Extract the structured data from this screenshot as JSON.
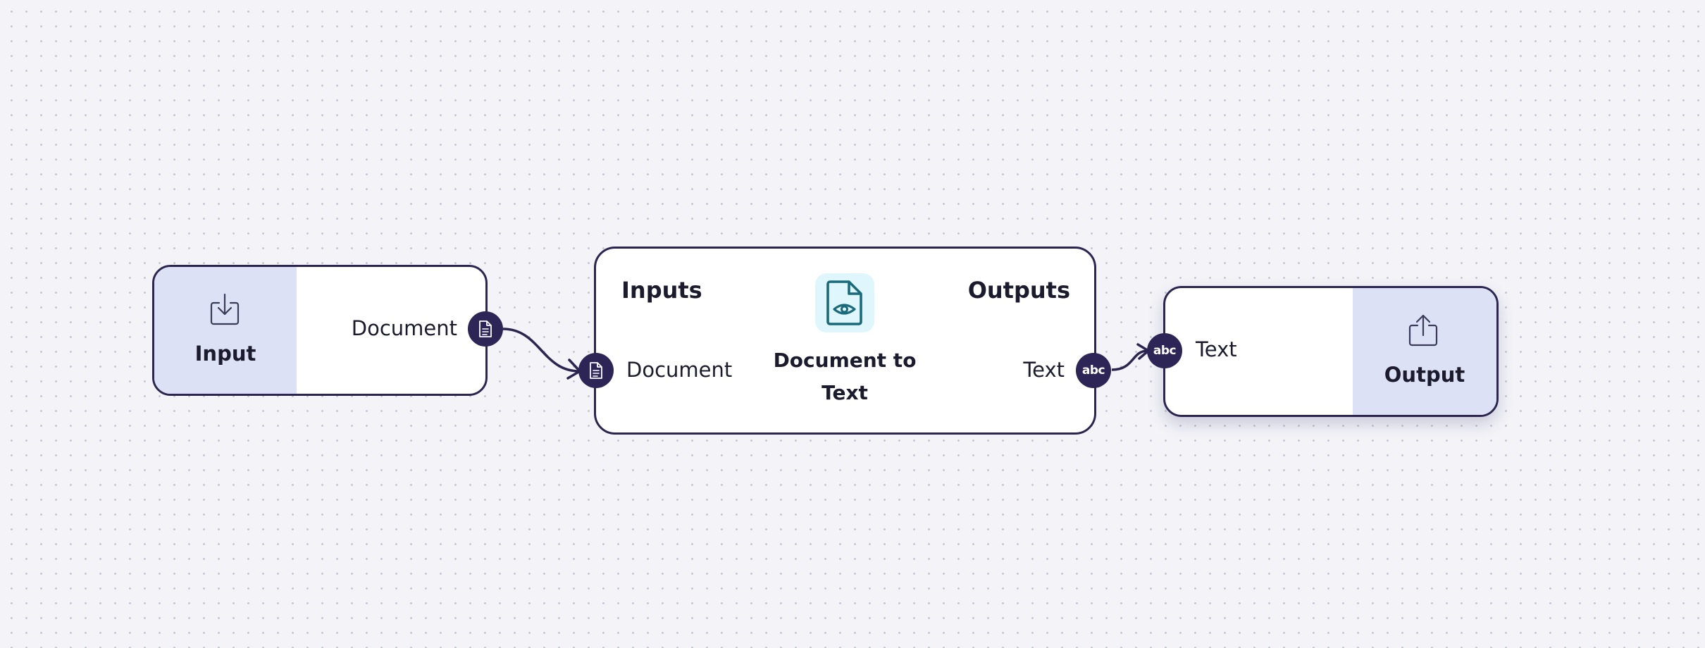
{
  "input_node": {
    "title": "Input",
    "port_label": "Document",
    "icon": "download-tray-icon"
  },
  "convert_node": {
    "inputs_heading": "Inputs",
    "outputs_heading": "Outputs",
    "title_line1": "Document to",
    "title_line2": "Text",
    "input_port_label": "Document",
    "output_port_label": "Text",
    "icon": "document-eye-icon"
  },
  "output_node": {
    "title": "Output",
    "port_label": "Text",
    "icon": "upload-tray-icon"
  },
  "port_badges": {
    "text_badge": "abc"
  },
  "colors": {
    "background": "#f3f3f8",
    "node_border": "#2b2550",
    "panel_fill": "#dde1f5",
    "port_fill": "#2d2556",
    "icon_tile": "#dff7fc",
    "icon_teal": "#1a6a7b"
  }
}
